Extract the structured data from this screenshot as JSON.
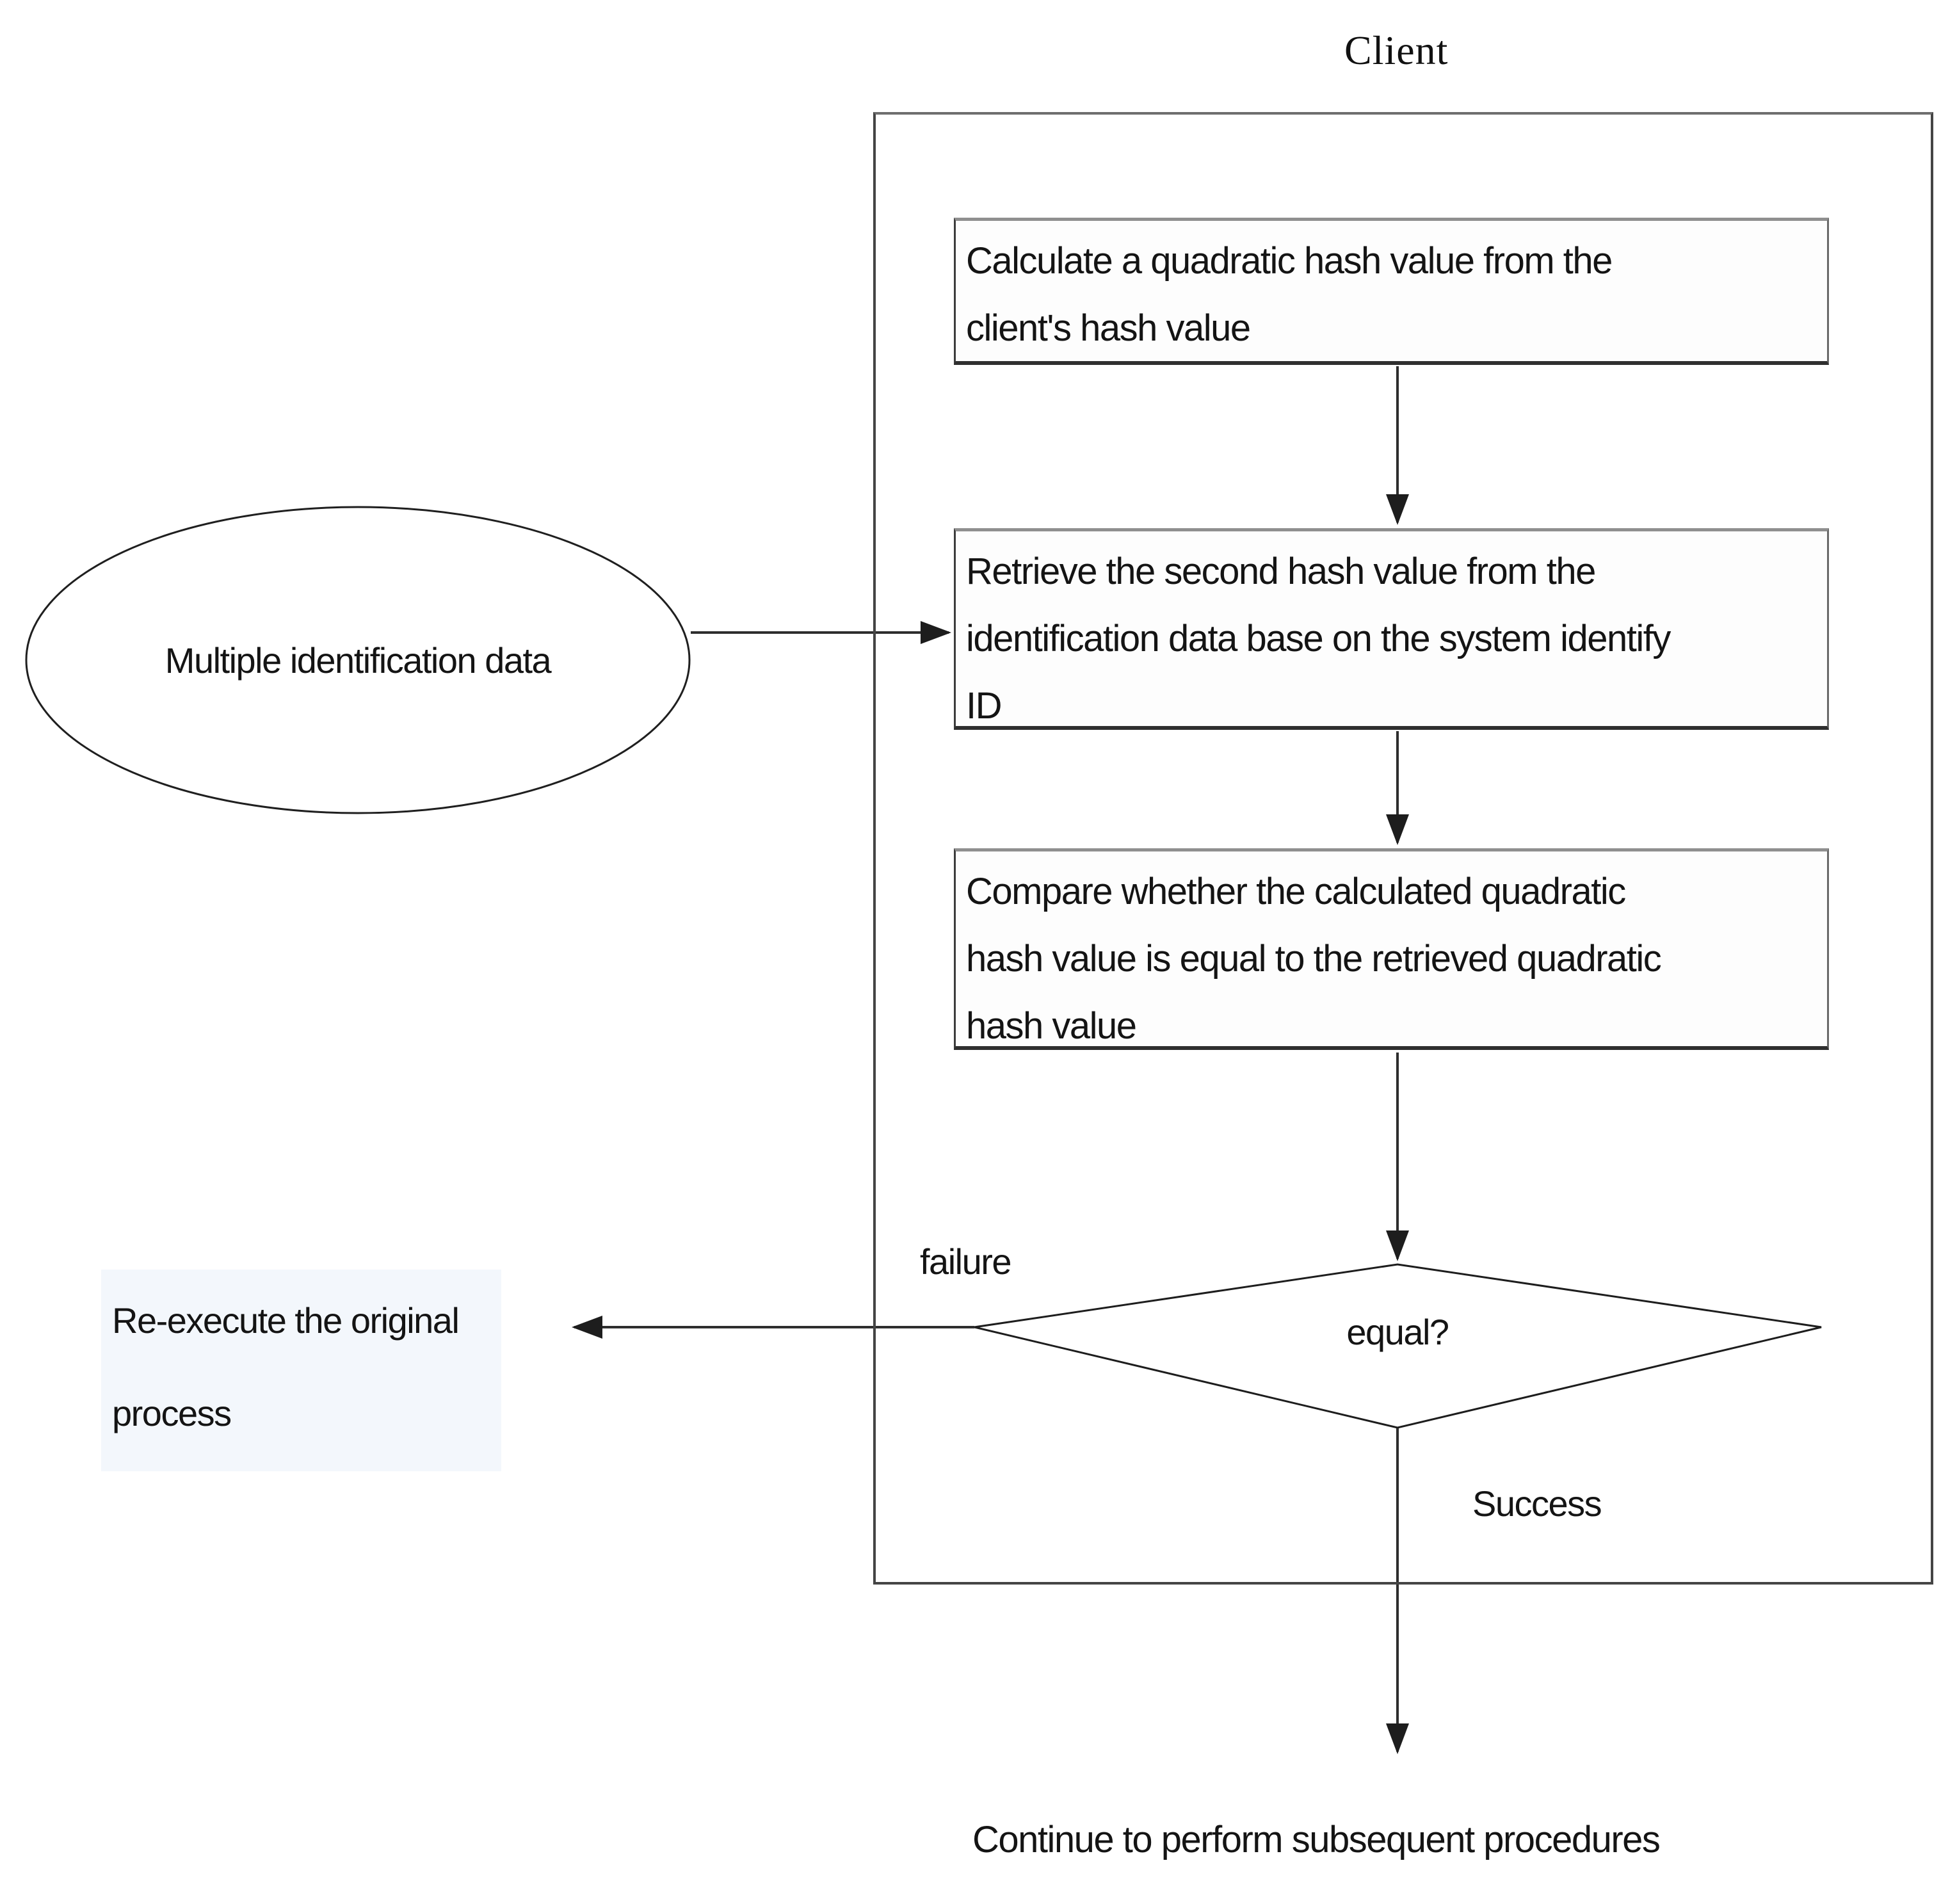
{
  "diagram": {
    "title": "Client",
    "nodes": {
      "start_ellipse": {
        "label": "Multiple identification data"
      },
      "process1": {
        "lines": [
          "Calculate a quadratic hash value from the",
          "client's hash value"
        ]
      },
      "process2": {
        "lines": [
          "Retrieve the second hash value from the",
          "identification data base on the system identify",
          "ID"
        ]
      },
      "process3": {
        "lines": [
          "Compare whether the calculated quadratic",
          "hash value is equal to the retrieved quadratic",
          "hash value"
        ]
      },
      "decision": {
        "label": "equal?"
      }
    },
    "edge_labels": {
      "failure": "failure",
      "success": "Success"
    },
    "annotations": {
      "failure_outcome_line1": "Re-execute the original",
      "failure_outcome_line2": "process",
      "success_outcome": "Continue to perform subsequent procedures"
    },
    "colors": {
      "line": "#2e2e2e",
      "text": "#141414",
      "box_border_dark": "#2f2f2f",
      "box_border_gray": "#8f8f8f",
      "container_border": "#454545",
      "background": "#ffffff",
      "highlight": "#dee8f6"
    }
  }
}
